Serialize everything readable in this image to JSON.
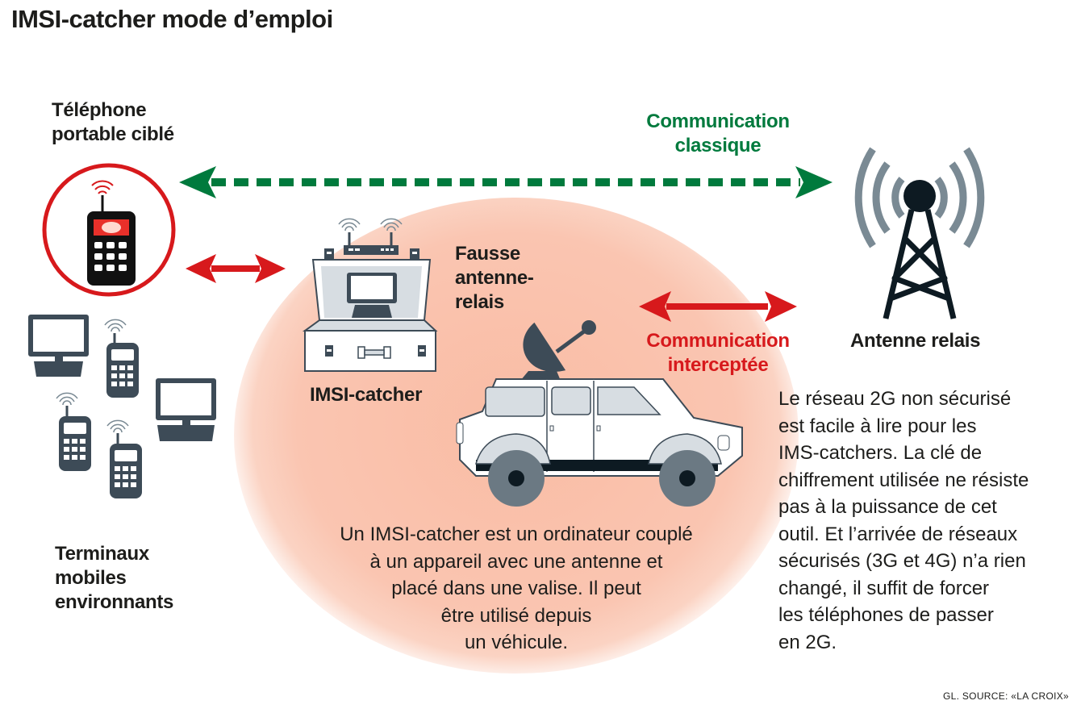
{
  "title": "IMSI-catcher mode d’emploi",
  "labels": {
    "target_phone": [
      "Téléphone",
      "portable ciblé"
    ],
    "classic_comm": [
      "Communication",
      "classique"
    ],
    "fake_antenna": [
      "Fausse",
      "antenne-",
      "relais"
    ],
    "imsi_catcher": "IMSI-catcher",
    "intercepted_comm": [
      "Communication",
      "interceptée"
    ],
    "relay_antenna": "Antenne relais",
    "surrounding_terminals": [
      "Terminaux",
      "mobiles",
      "environnants"
    ]
  },
  "center_text": [
    "Un IMSI-catcher est un ordinateur couplé",
    "à un appareil avec une antenne et",
    "placé dans une valise. Il peut",
    "être utilisé depuis",
    "un véhicule."
  ],
  "side_text": [
    "Le réseau 2G non sécurisé",
    "est facile à lire pour les",
    "IMS-catchers. La clé de",
    "chiffrement utilisée ne résiste",
    "pas à la puissance de cet",
    "outil. Et l’arrivée de réseaux",
    "sécurisés (3G et 4G) n’a rien",
    "changé, il suffit de forcer",
    "les téléphones de passer",
    "en 2G."
  ],
  "source": "GL. SOURCE: «LA CROIX»",
  "colors": {
    "green": "#007a3d",
    "red": "#d7191c",
    "slate": "#3d4b57",
    "tower_gray": "#7a8a94",
    "glow": "#f9bca4"
  },
  "icons": {
    "target_phone": "mobile-phone-icon",
    "tower": "cell-tower-icon",
    "suitcase": "suitcase-computer-icon",
    "vehicle": "suv-vehicle-icon",
    "dish": "satellite-dish-icon",
    "terminals": "phones-and-computers-icon"
  }
}
